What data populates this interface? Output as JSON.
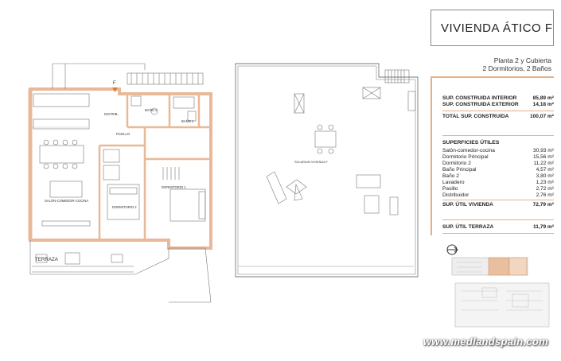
{
  "header": {
    "title": "VIVIENDA ÁTICO F",
    "subtitle_line1": "Planta 2 y Cubierta",
    "subtitle_line2": "2 Dormitorios, 2 Baños"
  },
  "surfaces_built": [
    {
      "label": "SUP. CONSTRUIDA INTERIOR",
      "value": "85,89 m²"
    },
    {
      "label": "SUP. CONSTRUIDA EXTERIOR",
      "value": "14,18 m²"
    }
  ],
  "total_built": {
    "label": "TOTAL SUP. CONSTRUIDA",
    "value": "100,07 m²"
  },
  "useful_title": "SUPERFICIES ÚTILES",
  "useful_rooms": [
    {
      "label": "Salón-comedor-cocina",
      "value": "30,93 m²"
    },
    {
      "label": "Dormitorio Principal",
      "value": "15,56 m²"
    },
    {
      "label": "Dormitorio 2",
      "value": "11,22 m²"
    },
    {
      "label": "Baño Principal",
      "value": "4,57 m²"
    },
    {
      "label": "Baño 2",
      "value": "3,80 m²"
    },
    {
      "label": "Lavadero",
      "value": "1,23 m²"
    },
    {
      "label": "Pasillo",
      "value": "2,72 m²"
    },
    {
      "label": "Distribuidor",
      "value": "2,76 m²"
    }
  ],
  "useful_total": {
    "label": "SUP. ÚTIL VIVIENDA",
    "value": "72,79 m²"
  },
  "terrace_total": {
    "label": "SUP. ÚTIL TERRAZA",
    "value": "11,79 m²"
  },
  "plan_labels": {
    "entrance": "F",
    "distrib": "DISTRIB.",
    "bano2": "BAÑO 2",
    "bano1": "BAÑO 1",
    "pasillo": "PASILLO",
    "salon": "SALÓN-COMEDOR-COCINA",
    "dormitorio2": "DORMITORIO 2",
    "dormitorio1": "DORMITORIO 1",
    "terraza": "TERRAZA",
    "solarium": "SOLARIUM VIVIENDA F"
  },
  "website": "www.medlandspain.com",
  "colors": {
    "accent": "#e6b08a",
    "wall": "#e8b898",
    "line": "#777777"
  }
}
